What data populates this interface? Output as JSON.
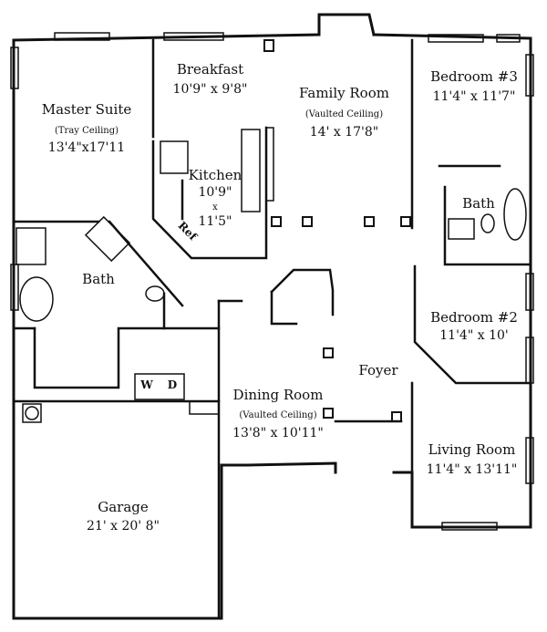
{
  "rooms": {
    "master_suite": {
      "name": "Master Suite",
      "note": "(Tray Ceiling)",
      "dims": "13'4\"x17'11"
    },
    "breakfast": {
      "name": "Breakfast",
      "dims": "10'9\" x 9'8\""
    },
    "family_room": {
      "name": "Family Room",
      "note": "(Vaulted Ceiling)",
      "dims": "14' x 17'8\""
    },
    "bedroom3": {
      "name": "Bedroom #3",
      "dims": "11'4\" x 11'7\""
    },
    "kitchen": {
      "name": "Kitchen",
      "dims_w": "10'9\"",
      "x": "x",
      "dims_h": "11'5\""
    },
    "bath_right": {
      "name": "Bath"
    },
    "bath_master": {
      "name": "Bath"
    },
    "bedroom2": {
      "name": "Bedroom #2",
      "dims": "11'4\" x 10'"
    },
    "foyer": {
      "name": "Foyer"
    },
    "dining_room": {
      "name": "Dining Room",
      "note": "(Vaulted Ceiling)",
      "dims": "13'8\" x 10'11\""
    },
    "living_room": {
      "name": "Living Room",
      "dims": "11'4\" x 13'11\""
    },
    "garage": {
      "name": "Garage",
      "dims": "21' x 20' 8\""
    }
  },
  "fixtures": {
    "refrigerator": "Ref",
    "washer": "W",
    "dryer": "D"
  },
  "colors": {
    "wall": "#111111",
    "background": "#ffffff"
  }
}
